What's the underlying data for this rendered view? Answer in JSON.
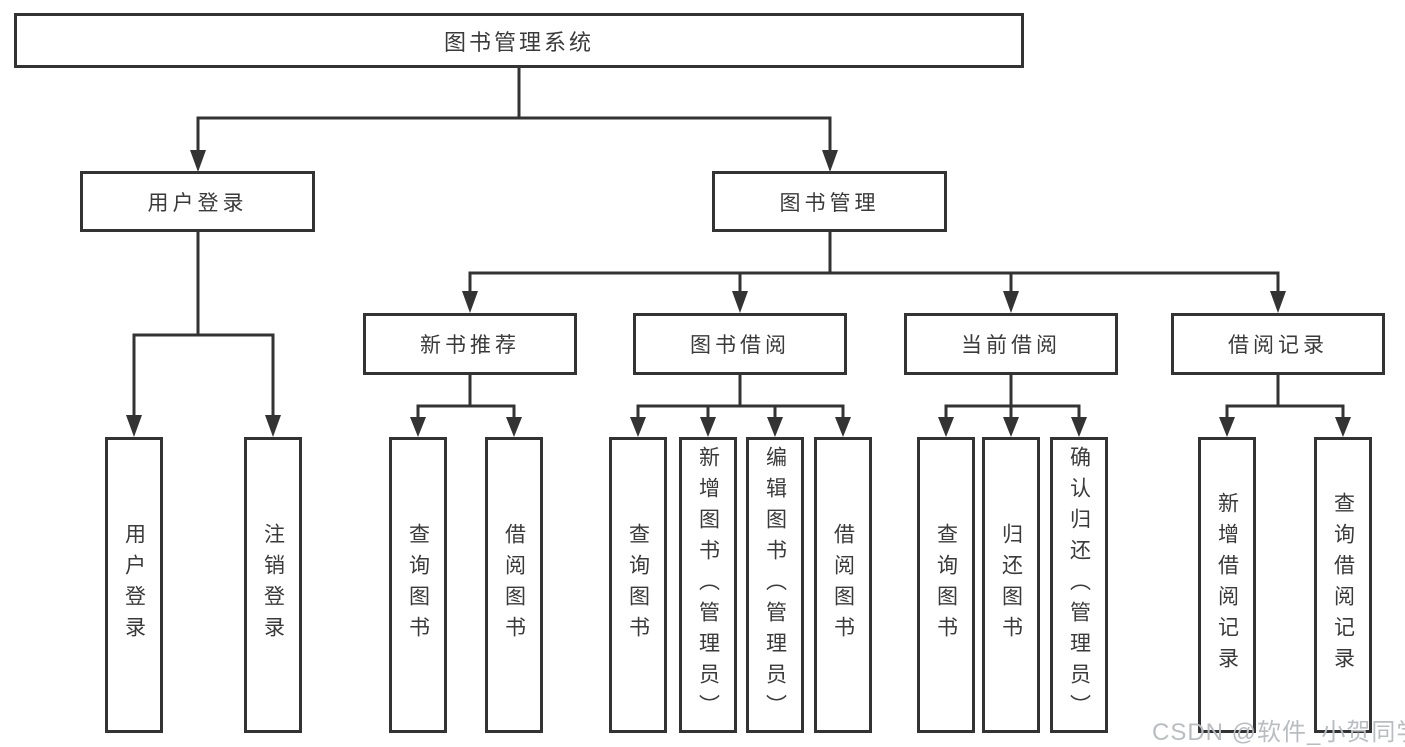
{
  "diagram_title": "图书管理系统",
  "colors": {
    "line": "#333333",
    "node_border": "#333333",
    "node_text": "#3a3a3a",
    "background": "#ffffff",
    "watermark_text": "#b9bdc2"
  },
  "nodes": {
    "root": "图书管理系统",
    "user_login": "用户登录",
    "book_mgmt": "图书管理",
    "new_book_rec": "新书推荐",
    "book_borrow": "图书借阅",
    "current_borrow": "当前借阅",
    "borrow_records": "借阅记录",
    "leaf_user_login": "用户登录",
    "leaf_logout": "注销登录",
    "leaf_nb_query": "查询图书",
    "leaf_nb_borrow": "借阅图书",
    "leaf_bb_query": "查询图书",
    "leaf_bb_add": "新增图书（管理员）",
    "leaf_bb_edit": "编辑图书（管理员）",
    "leaf_bb_borrow": "借阅图书",
    "leaf_cb_query": "查询图书",
    "leaf_cb_return": "归还图书",
    "leaf_cb_confirm": "确认归还（管理员）",
    "leaf_br_add": "新增借阅记录",
    "leaf_br_query": "查询借阅记录"
  },
  "watermark": "CSDN @软件_小贺同学"
}
